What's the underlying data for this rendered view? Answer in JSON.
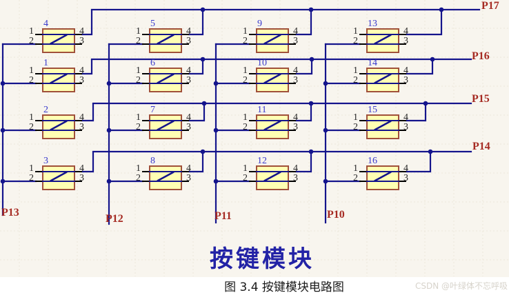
{
  "title": "按键模块",
  "caption": "图 3.4 按键模块电路图",
  "watermark": "CSDN @叶绿体不忘呼吸",
  "net_labels": {
    "rows": [
      "P17",
      "P16",
      "P15",
      "P14"
    ],
    "cols": [
      "P13",
      "P12",
      "P11",
      "P10"
    ]
  },
  "switch_rows": [
    [
      "4",
      "5",
      "9",
      "13"
    ],
    [
      "1",
      "6",
      "10",
      "14"
    ],
    [
      "2",
      "7",
      "11",
      "15"
    ],
    [
      "3",
      "8",
      "12",
      "16"
    ]
  ],
  "pin_labels": {
    "top_left": "1",
    "bottom_left": "2",
    "top_right": "4",
    "bottom_right": "3"
  },
  "colors": {
    "background": "#F8F5EE",
    "page": "#FFFFFF",
    "grid": "#E7E3D6",
    "wire": "#14148C",
    "stub": "#000000",
    "body_fill": "#FFFFB3",
    "body_border": "#A0503A",
    "designator": "#3939CC",
    "pin_number": "#262626",
    "net_label": "#A62B23",
    "title": "#2323A6",
    "caption": "#1A1A1A",
    "watermark": "#D7D3CB"
  }
}
